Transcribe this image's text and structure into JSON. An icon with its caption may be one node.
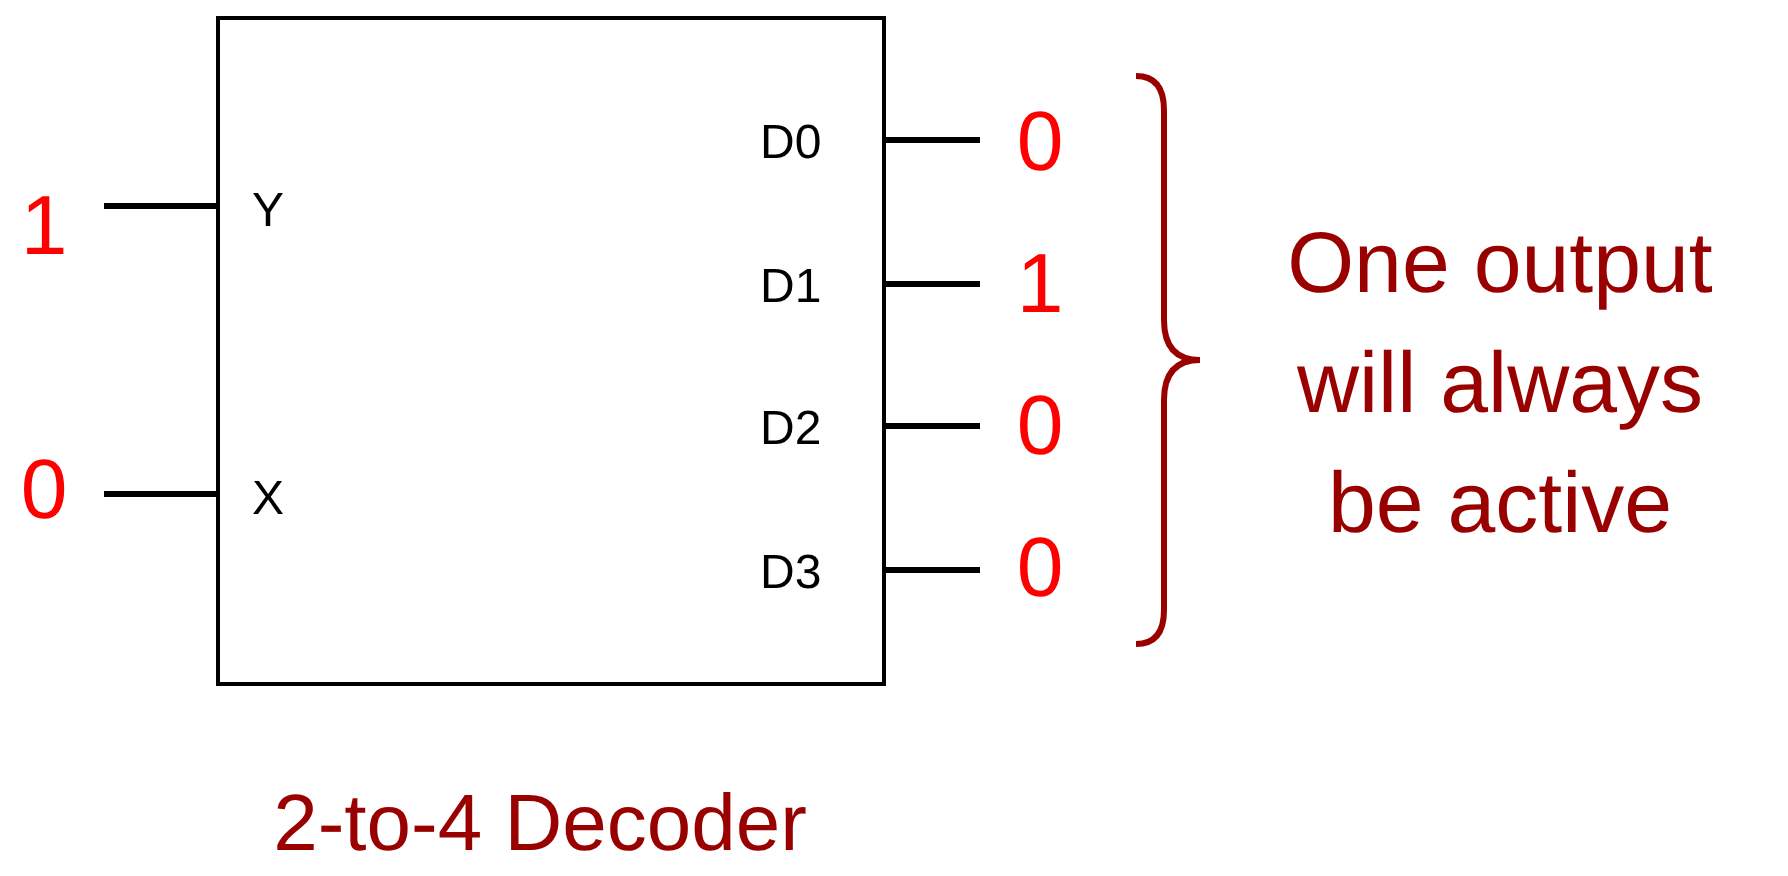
{
  "diagram": {
    "nodes": [
      {
        "text": [
          "Y",
          "X",
          "D0",
          "D1",
          "D2",
          "D3"
        ],
        "beside": [
          "2-to-4 Decoder"
        ]
      },
      {
        "text": [
          "1"
        ]
      },
      {
        "text": [
          "0"
        ]
      },
      {
        "text": [
          "0"
        ]
      },
      {
        "text": [
          "1"
        ]
      },
      {
        "text": [
          "0"
        ]
      },
      {
        "text": [
          "0"
        ]
      }
    ],
    "edges": [
      {
        "from": 1,
        "to": 0,
        "arrow": "none"
      },
      {
        "from": 2,
        "to": 0,
        "arrow": "none"
      },
      {
        "from": 0,
        "to": 3,
        "arrow": "none"
      },
      {
        "from": 0,
        "to": 4,
        "arrow": "none"
      },
      {
        "from": 0,
        "to": 5,
        "arrow": "none"
      },
      {
        "from": 0,
        "to": 6,
        "arrow": "none"
      }
    ],
    "labels": [
      "One output will always be active"
    ]
  }
}
